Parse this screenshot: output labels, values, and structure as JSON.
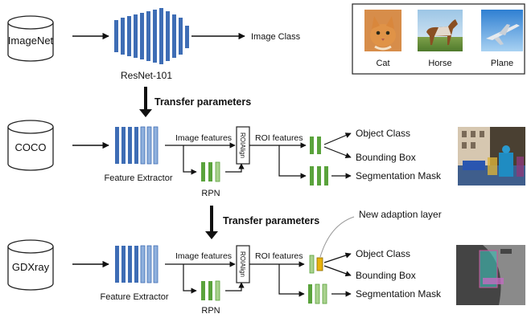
{
  "rows": {
    "imagenet": {
      "dataset": "ImageNet",
      "backbone": "ResNet-101",
      "output": "Image Class"
    },
    "coco": {
      "dataset": "COCO",
      "extractor": "Feature Extractor",
      "image_features": "Image features",
      "rpn": "RPN",
      "roialign": "ROIAlign",
      "roi_features": "ROI features",
      "outputs": [
        "Object Class",
        "Bounding Box",
        "Segmentation Mask"
      ]
    },
    "gdxray": {
      "dataset": "GDXray",
      "extractor": "Feature Extractor",
      "image_features": "Image features",
      "rpn": "RPN",
      "roialign": "ROIAlign",
      "roi_features": "ROI features",
      "adaption_layer": "New adaption layer",
      "outputs": [
        "Object Class",
        "Bounding Box",
        "Segmentation Mask"
      ]
    }
  },
  "transfers": [
    "Transfer parameters",
    "Transfer parameters"
  ],
  "sample_classes": [
    "Cat",
    "Horse",
    "Plane"
  ],
  "colors": {
    "blue_layer": "#3e6db5",
    "blue_layer_light": "#8fb0dd",
    "green_layer": "#5aa33c",
    "green_layer_light": "#a9d18e",
    "adaption_layer": "#e8b20c",
    "arrow": "#111111"
  },
  "icons": [
    "database-icon",
    "cat-photo",
    "horse-photo",
    "plane-photo",
    "street-scene-photo",
    "xray-scan-photo"
  ]
}
